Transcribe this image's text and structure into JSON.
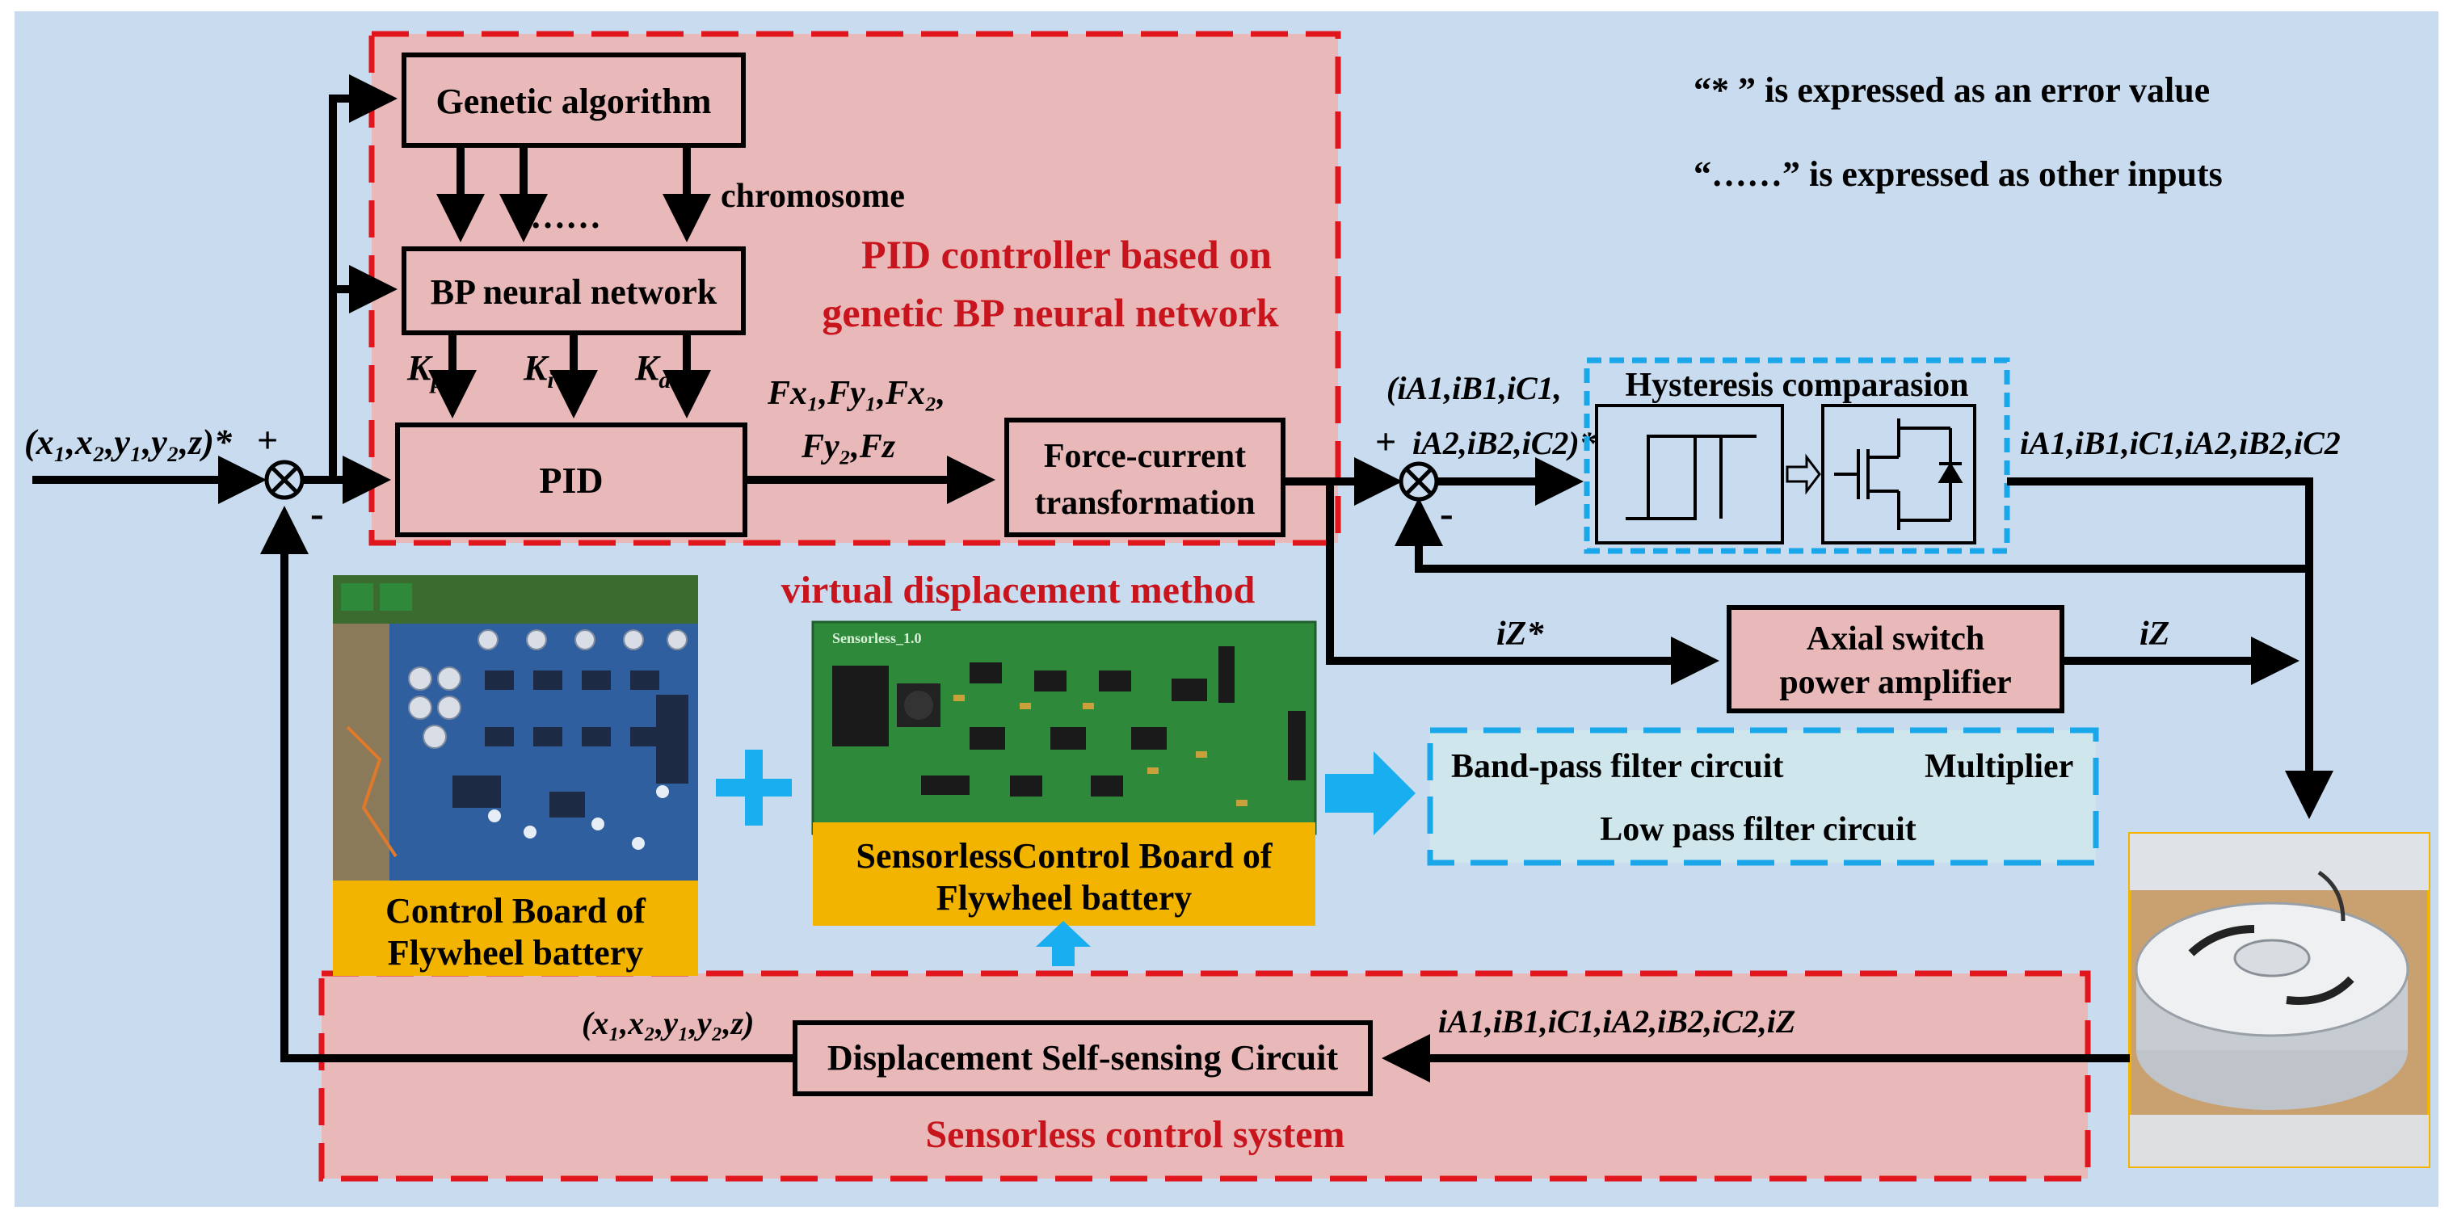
{
  "notes": {
    "line1": "“* ” is expressed as an error value",
    "line2": "“……” is expressed as other inputs"
  },
  "controller_region": {
    "title_line1": "PID controller based on",
    "title_line2": "genetic BP neural network",
    "subtitle": "virtual displacement method"
  },
  "blocks": {
    "ga": "Genetic algorithm",
    "bp": "BP neural network",
    "pid": "PID",
    "fc_line1": "Force-current",
    "fc_line2": "transformation",
    "hyst": "Hysteresis comparasion",
    "axial_line1": "Axial switch",
    "axial_line2": "power amplifier",
    "dssc": "Displacement Self-sensing Circuit"
  },
  "signals": {
    "chromosome": "chromosome",
    "dots": "……",
    "kp": "K",
    "kp_sub": "p",
    "ki": "K",
    "ki_sub": "i",
    "kd": "K",
    "kd_sub": "d",
    "forces_line1": "Fx₁,Fy₁,Fx₂,",
    "forces_line2": "Fy₂,Fz",
    "input_ref": "(x₁,x₂,y₁,y₂,z)*",
    "sum_plus": "+",
    "sum_minus": "-",
    "iref_line1": "(iA1,iB1,iC1,",
    "iref_line2": "iA2,iB2,iC2)*",
    "iout": "iA1,iB1,iC1,iA2,iB2,iC2",
    "iz_ref": "iZ*",
    "iz": "iZ",
    "feedback_currents": "iA1,iB1,iC1,iA2,iB2,iC2,iZ",
    "feedback_pos": "(x₁,x₂,y₁,y₂,z)"
  },
  "filter_box": {
    "bandpass": "Band-pass filter circuit",
    "multiplier": "Multiplier",
    "lowpass": "Low pass filter circuit"
  },
  "boards": {
    "control_line1": "Control Board of",
    "control_line2": "Flywheel battery",
    "sensorless_line1": "SensorlessControl Board of",
    "sensorless_line2": "Flywheel battery",
    "pcb_silk": "Sensorless_1.0"
  },
  "sensorless_region": {
    "title": "Sensorless control system"
  },
  "colors": {
    "background": "#c9dbee",
    "region_fill": "#e9b8b8",
    "region_border": "#e0161c",
    "title_red": "#c8141c",
    "filter_fill": "#cfe7ec",
    "filter_border": "#1aa7ea",
    "label_yellow": "#f3b400",
    "plus_blue": "#19aef0",
    "pcb_green": "#2e8a3a",
    "pcb_blue": "#2f5f9e"
  }
}
